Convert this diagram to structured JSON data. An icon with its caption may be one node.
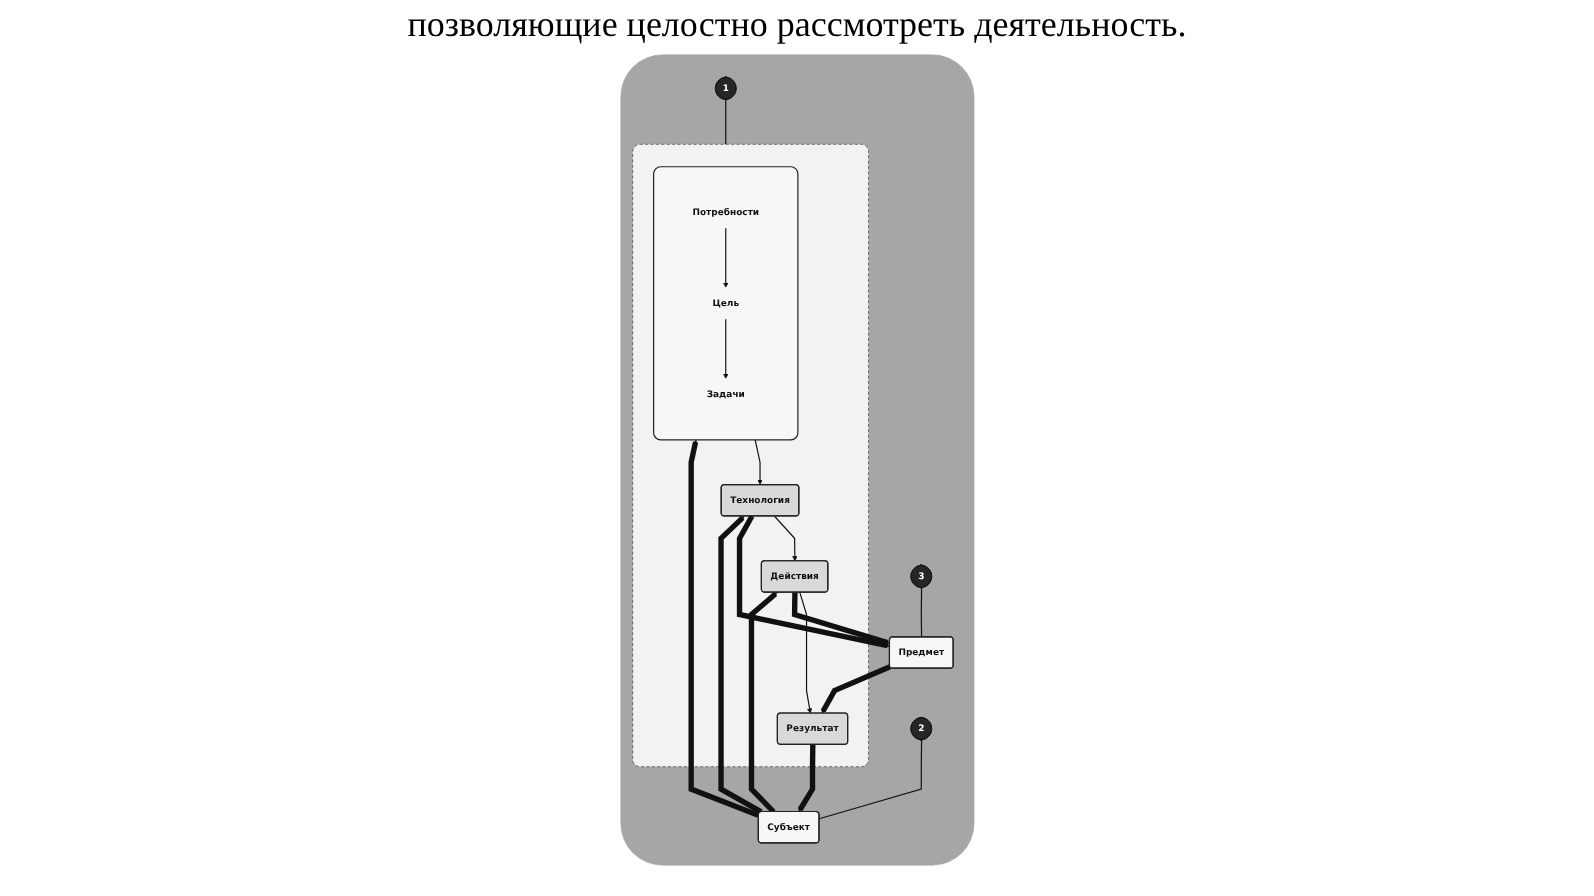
{
  "diagram": {
    "nodes": [
      {
        "text": [],
        "shape": "cloud"
      },
      {
        "text": [
          "Субъект"
        ],
        "in": 0
      },
      {
        "text": [],
        "shape": "box",
        "in": 0
      },
      {
        "text": [],
        "shape": "box",
        "in": 2
      },
      {
        "text": [
          "Потребности"
        ],
        "in": 3
      },
      {
        "text": [
          "Цель"
        ],
        "in": 3
      },
      {
        "text": [
          "Задачи"
        ],
        "in": 3
      },
      {
        "text": [
          "Технология"
        ],
        "in": 2
      },
      {
        "text": [
          "Действия"
        ],
        "in": 2
      },
      {
        "text": [
          "Результат"
        ],
        "in": 2
      },
      {
        "text": [
          "Предмет"
        ],
        "in": 0
      },
      {
        "text": [
          "1"
        ],
        "in": 0
      },
      {
        "text": [
          "2"
        ],
        "in": 0
      },
      {
        "text": [
          "3"
        ],
        "in": 0
      }
    ],
    "edges": [
      {
        "from": 1,
        "to": 3,
        "arrow": "to",
        "style": "thick"
      },
      {
        "from": 1,
        "to": 7,
        "arrow": "to",
        "style": "thick"
      },
      {
        "from": 1,
        "to": 8,
        "arrow": "to",
        "style": "thick"
      },
      {
        "from": 4,
        "to": 5,
        "arrow": "to"
      },
      {
        "from": 5,
        "to": 6,
        "arrow": "to"
      },
      {
        "from": 3,
        "to": 7,
        "arrow": "to"
      },
      {
        "from": 7,
        "to": 8,
        "arrow": "to"
      },
      {
        "from": 8,
        "to": 9,
        "arrow": "to"
      },
      {
        "from": 9,
        "to": 1,
        "arrow": "to",
        "style": "thick"
      },
      {
        "from": 8,
        "to": 10,
        "arrow": "to",
        "style": "thick"
      },
      {
        "from": 7,
        "to": 10,
        "arrow": "to",
        "style": "thick"
      },
      {
        "from": 10,
        "to": 9,
        "arrow": "to",
        "style": "thick"
      },
      {
        "from": 11,
        "to": 2,
        "arrow": "none"
      },
      {
        "from": 12,
        "to": 1,
        "arrow": "none"
      },
      {
        "from": 13,
        "to": 10,
        "arrow": "none"
      }
    ],
    "labels": [
      "позволяющие целостно рассмотреть деятельность."
    ]
  }
}
